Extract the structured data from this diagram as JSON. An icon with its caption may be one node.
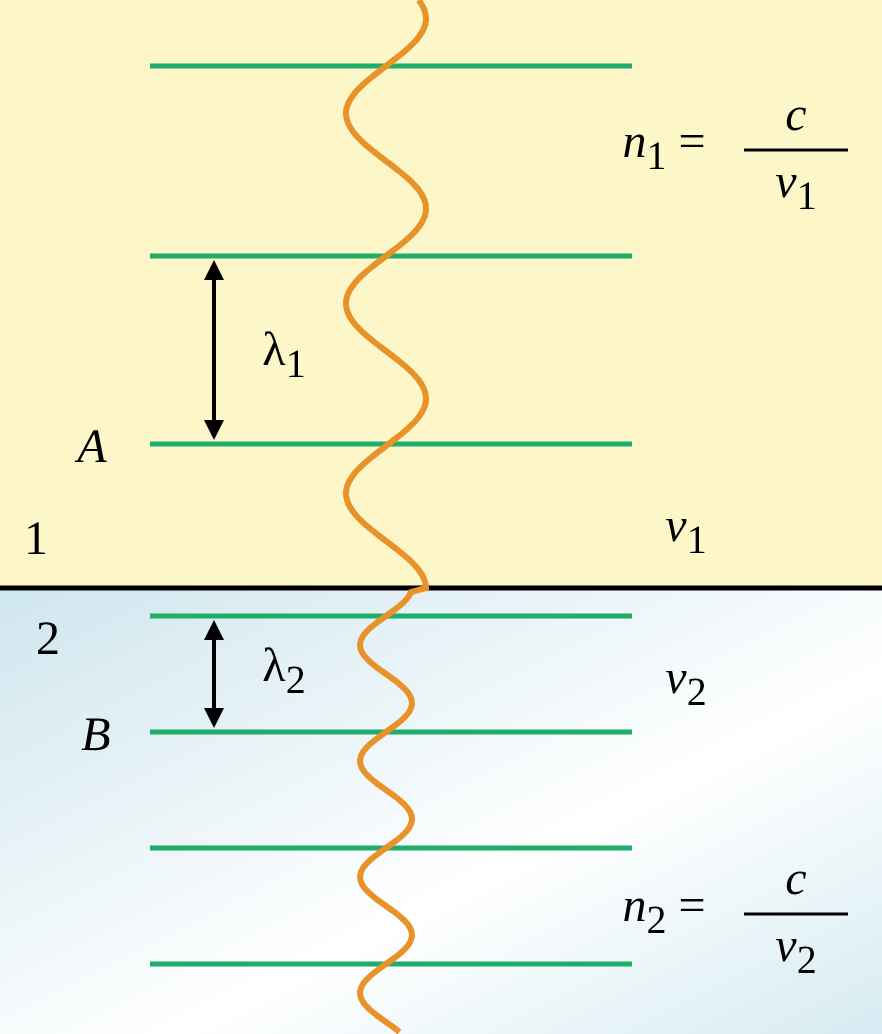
{
  "diagram": {
    "labels": [
      "*n*$_{1}$ =",
      "*c*",
      "*v*$_{1}$",
      "λ$_{1}$",
      "A",
      "1",
      "*v*$_{1}$",
      "2",
      "λ$_{2}$",
      "*v*$_{2}$",
      "B",
      "*n*$_{2}$ =",
      "*c*",
      "*v*$_{2}$"
    ]
  }
}
